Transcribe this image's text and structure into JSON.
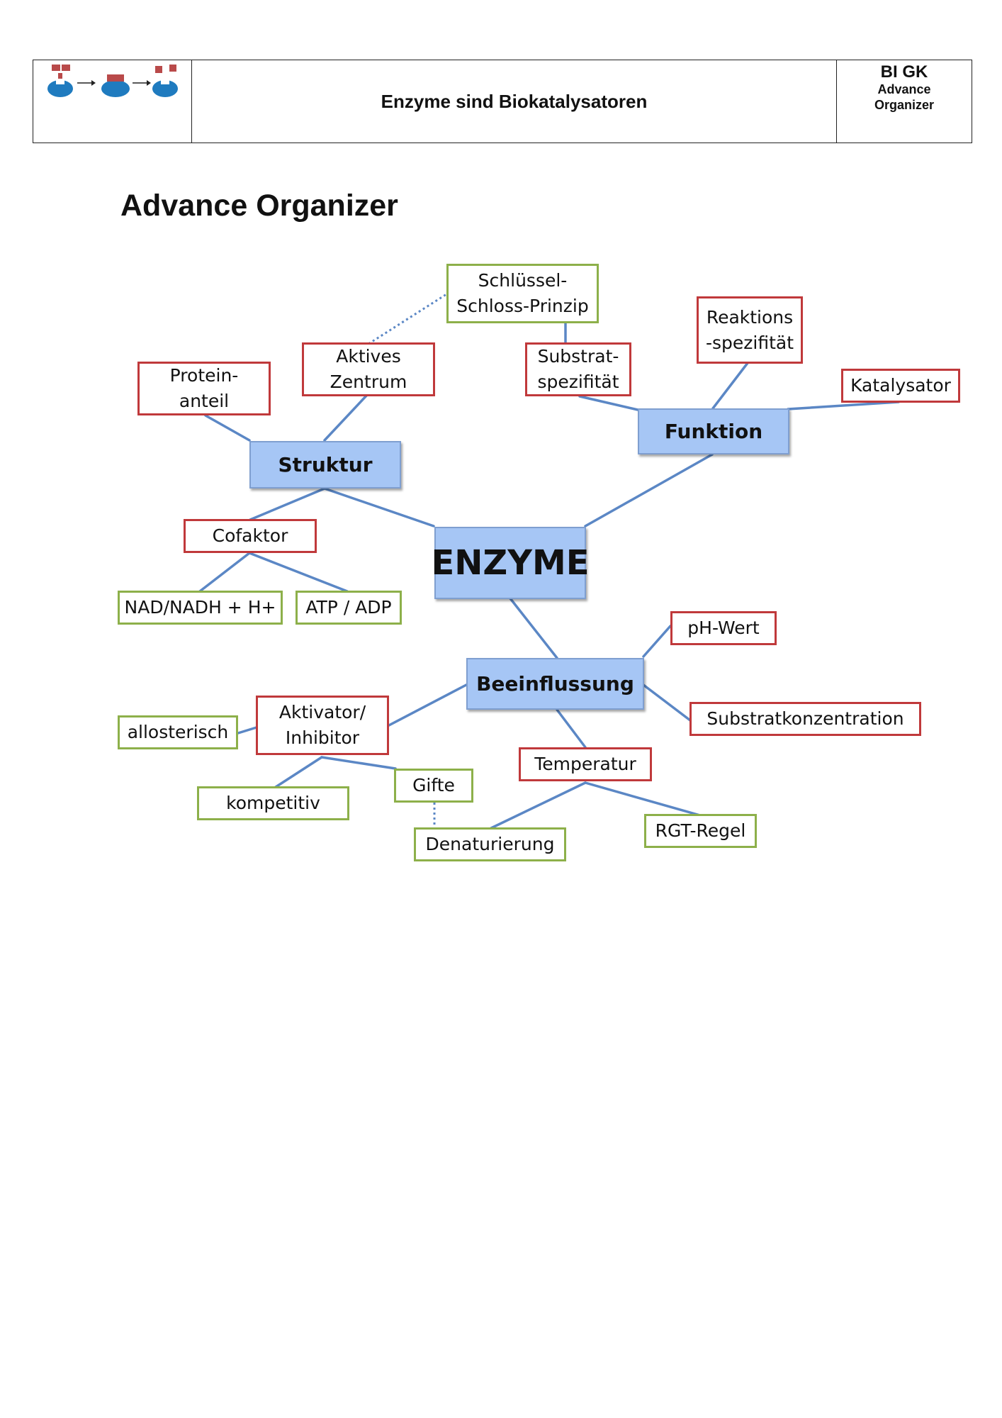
{
  "header": {
    "title": "Enzyme sind Biokatalysatoren",
    "course": "BI GK",
    "subtitle_line1": "Advance",
    "subtitle_line2": "Organizer"
  },
  "page_title": "Advance Organizer",
  "colors": {
    "core_fill": "#a6c6f5",
    "concept_border": "#c0393b",
    "term_border": "#8db04a",
    "connector": "#5b87c5"
  },
  "nodes": {
    "enzyme": "ENZYME",
    "struktur": "Struktur",
    "funktion": "Funktion",
    "beeinflussung": "Beeinflussung",
    "proteinanteil_1": "Protein-",
    "proteinanteil_2": "anteil",
    "aktives_zentrum_1": "Aktives",
    "aktives_zentrum_2": "Zentrum",
    "schluessel_1": "Schlüssel-",
    "schluessel_2": "Schloss-Prinzip",
    "substratspez_1": "Substrat-",
    "substratspez_2": "spezifität",
    "reaktionsspez_1": "Reaktions",
    "reaktionsspez_2": "-spezifität",
    "katalysator": "Katalysator",
    "cofaktor": "Cofaktor",
    "nad": "NAD/NADH + H+",
    "atp": "ATP / ADP",
    "ph_wert": "pH-Wert",
    "substratkonzentration": "Substratkonzentration",
    "aktivator_1": "Aktivator/",
    "aktivator_2": "Inhibitor",
    "allosterisch": "allosterisch",
    "kompetitiv": "kompetitiv",
    "gifte": "Gifte",
    "denaturierung": "Denaturierung",
    "temperatur": "Temperatur",
    "rgt_regel": "RGT-Regel"
  }
}
